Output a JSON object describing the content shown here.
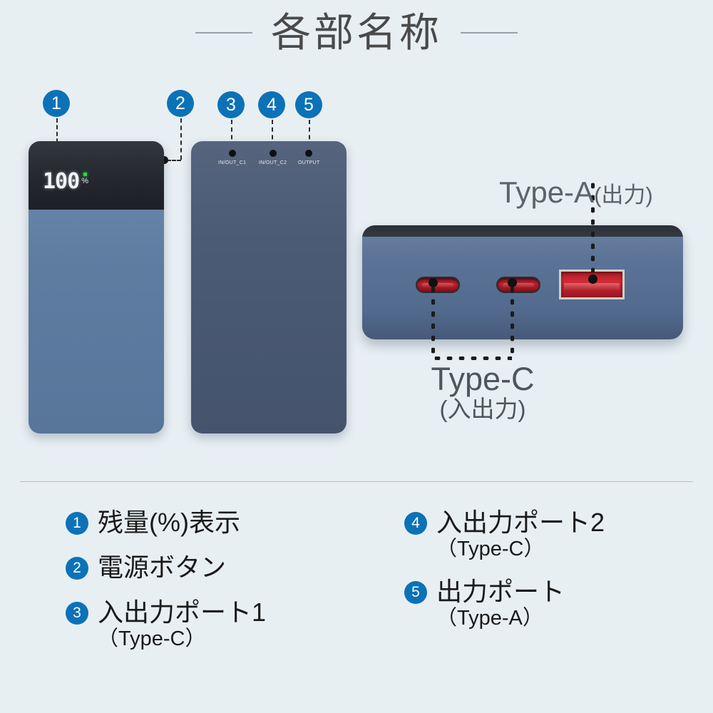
{
  "title": "各部名称",
  "colors": {
    "background": "#e8eff3",
    "badge_blue": "#0c72b8",
    "title_gray": "#4a4a4a",
    "label_gray": "#5c6469",
    "front_body_blue": "#5e7da1",
    "back_body_blue": "#4b5a75",
    "port_red": "#c0202c",
    "led_green": "#27d94a"
  },
  "front_device": {
    "led_value": "100",
    "led_unit": "%"
  },
  "callouts": [
    {
      "number": "1",
      "target": "battery-level-display"
    },
    {
      "number": "2",
      "target": "power-button"
    },
    {
      "number": "3",
      "target": "inout-port-1"
    },
    {
      "number": "4",
      "target": "inout-port-2"
    },
    {
      "number": "5",
      "target": "output-port"
    }
  ],
  "back_device": {
    "port_labels": [
      "IN/OUT_C1",
      "IN/OUT_C2",
      "OUTPUT"
    ]
  },
  "side_view": {
    "type_a_label": "Type-A",
    "type_a_sub": "(出力)",
    "type_c_label": "Type-C",
    "type_c_sub": "(入出力)"
  },
  "legend": {
    "left": [
      {
        "number": "1",
        "label": "残量(%)表示",
        "sub": ""
      },
      {
        "number": "2",
        "label": "電源ボタン",
        "sub": ""
      },
      {
        "number": "3",
        "label": "入出力ポート1",
        "sub": "（Type-C）"
      }
    ],
    "right": [
      {
        "number": "4",
        "label": "入出力ポート2",
        "sub": "（Type-C）"
      },
      {
        "number": "5",
        "label": "出力ポート",
        "sub": "（Type-A）"
      }
    ]
  }
}
